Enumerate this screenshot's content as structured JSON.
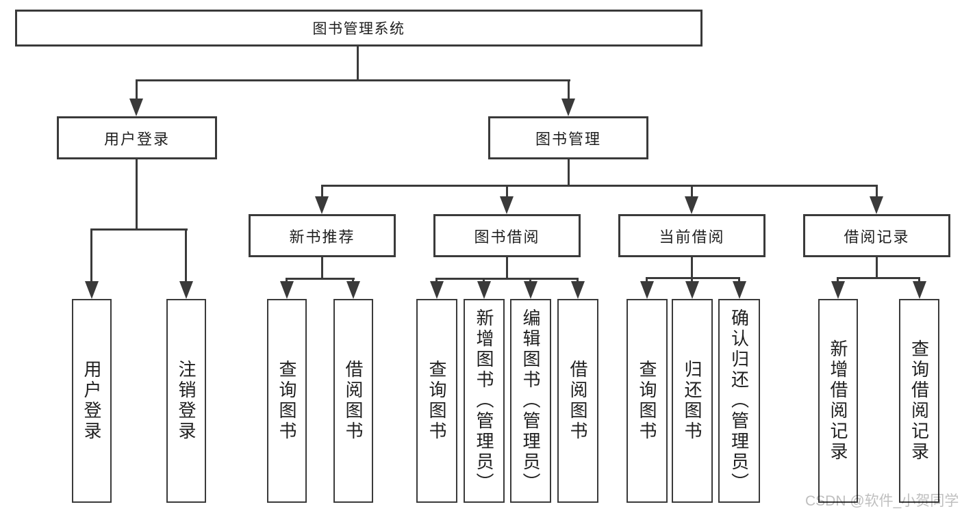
{
  "tree": {
    "label": "图书管理系统",
    "children": [
      {
        "label": "用户登录",
        "children": [
          {
            "label": "用户登录"
          },
          {
            "label": "注销登录"
          }
        ]
      },
      {
        "label": "图书管理",
        "children": [
          {
            "label": "新书推荐",
            "children": [
              {
                "label": "查询图书"
              },
              {
                "label": "借阅图书"
              }
            ]
          },
          {
            "label": "图书借阅",
            "children": [
              {
                "label": "查询图书"
              },
              {
                "label": "新增图书（管理员）"
              },
              {
                "label": "编辑图书（管理员）"
              },
              {
                "label": "借阅图书"
              }
            ]
          },
          {
            "label": "当前借阅",
            "children": [
              {
                "label": "查询图书"
              },
              {
                "label": "归还图书"
              },
              {
                "label": "确认归还（管理员）"
              }
            ]
          },
          {
            "label": "借阅记录",
            "children": [
              {
                "label": "新增借阅记录"
              },
              {
                "label": "查询借阅记录"
              }
            ]
          }
        ]
      }
    ]
  },
  "watermark": "CSDN @软件_小贺同学",
  "colors": {
    "line": "#3a3a3a",
    "text": "#1f1f1f",
    "watermark": "#bfbfbf",
    "background": "#ffffff"
  }
}
